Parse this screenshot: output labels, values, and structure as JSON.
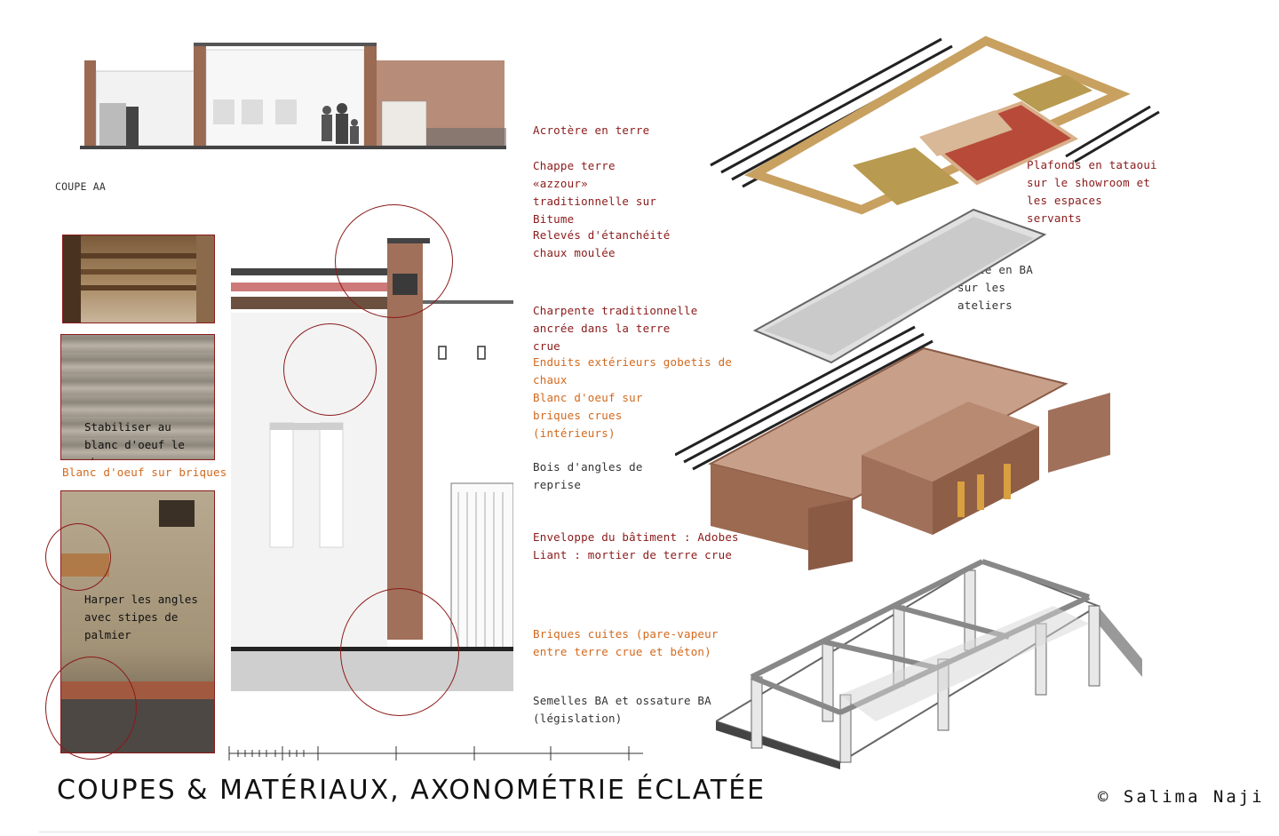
{
  "section_label": "COUPE AA",
  "photos": {
    "wall_caption": "Stabiliser au blanc d'oeuf le showroom",
    "wall_subcaption": "Blanc d'oeuf sur briques",
    "corner_caption": "Harper les angles avec stipes de palmier"
  },
  "annotations": [
    {
      "text": "Acrotère en terre",
      "tone": "red"
    },
    {
      "text": "Chappe terre «azzour» traditionnelle sur Bitume",
      "tone": "red"
    },
    {
      "text": "Relevés d'étanchéité chaux moulée",
      "tone": "red"
    },
    {
      "text": "Plafonds en tataoui sur le showroom et les espaces servants",
      "tone": "red"
    },
    {
      "text": "Dalle en BA sur les ateliers",
      "tone": "dark"
    },
    {
      "text": "Charpente traditionnelle ancrée dans la terre crue",
      "tone": "red"
    },
    {
      "text": "Enduits extérieurs gobetis de chaux",
      "tone": "orange"
    },
    {
      "text": "Blanc d'oeuf sur briques crues (intérieurs)",
      "tone": "orange"
    },
    {
      "text": "Bois d'angles de reprise",
      "tone": "dark"
    },
    {
      "text": "Enveloppe du bâtiment : Adobes Liant : mortier de terre crue",
      "tone": "red"
    },
    {
      "text": "Briques cuites (pare-vapeur entre terre crue et béton)",
      "tone": "orange"
    },
    {
      "text": "Semelles BA et ossature BA (législation)",
      "tone": "dark"
    }
  ],
  "title": "COUPES & MATÉRIAUX, AXONOMÉTRIE ÉCLATÉE",
  "copyright": "© Salima Naji",
  "colors": {
    "accent_red": "#8b1a1a",
    "accent_orange": "#d2691e",
    "earth": "#a0705a",
    "adobe": "#9b6a50"
  }
}
